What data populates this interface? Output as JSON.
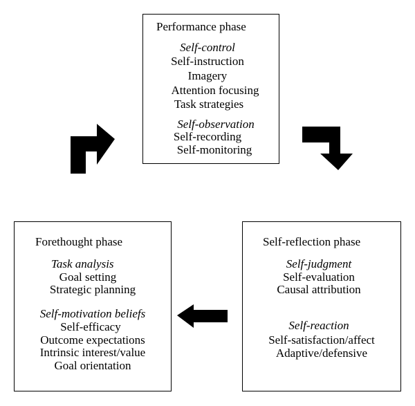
{
  "performance": {
    "title": "Performance phase",
    "self_control": {
      "heading": "Self-control",
      "items": [
        "Self-instruction",
        "Imagery",
        "Attention focusing",
        "Task strategies"
      ]
    },
    "self_observation": {
      "heading": "Self-observation",
      "items": [
        "Self-recording",
        "Self-monitoring"
      ]
    }
  },
  "forethought": {
    "title": "Forethought phase",
    "task_analysis": {
      "heading": "Task analysis",
      "items": [
        "Goal setting",
        "Strategic planning"
      ]
    },
    "self_motivation": {
      "heading": "Self-motivation beliefs",
      "items": [
        "Self-efficacy",
        "Outcome expectations",
        "Intrinsic interest/value",
        "Goal orientation"
      ]
    }
  },
  "self_reflection": {
    "title": "Self-reflection phase",
    "self_judgment": {
      "heading": "Self-judgment",
      "items": [
        "Self-evaluation",
        "Causal attribution"
      ]
    },
    "self_reaction": {
      "heading": "Self-reaction",
      "items": [
        "Self-satisfaction/affect",
        "Adaptive/defensive"
      ]
    }
  }
}
